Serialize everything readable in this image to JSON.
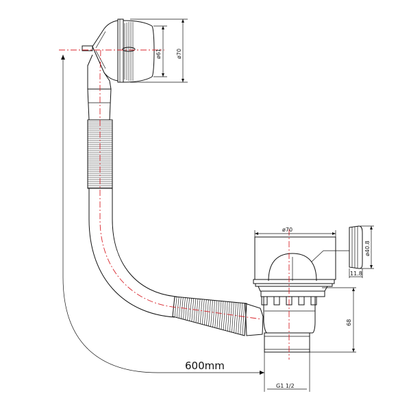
{
  "dimensions": {
    "top_plug_inner": "ø61",
    "top_plug_outer": "ø70",
    "basket_diameter": "ø70",
    "plug_diameter": "ø40.8",
    "plug_thickness": "11.8",
    "strainer_height": "68",
    "horizontal_length": "600mm",
    "thread": "G1 1/2"
  },
  "colors": {
    "outline": "#111111",
    "centerline": "#d8232a"
  }
}
